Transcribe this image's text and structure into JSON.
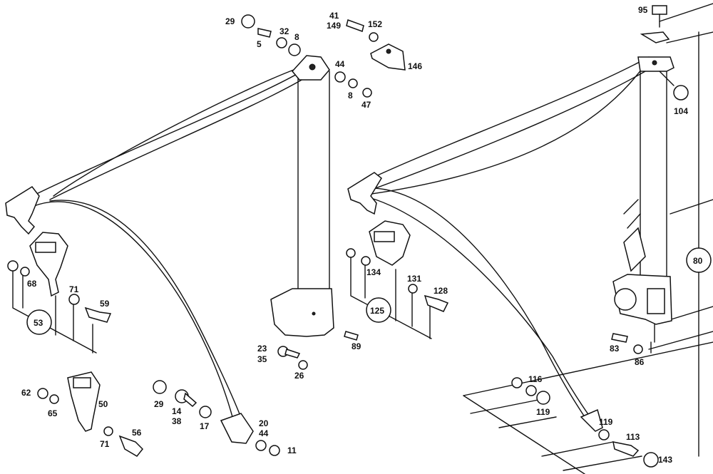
{
  "colors": {
    "line": "#111111",
    "background": "#ffffff"
  },
  "callouts": {
    "c29a": "29",
    "c5": "5",
    "c32": "32",
    "c8a": "8",
    "c41": "41",
    "c149": "149",
    "c152": "152",
    "c146": "146",
    "c44a": "44",
    "c8b": "8",
    "c47": "47",
    "c95": "95",
    "c104": "104",
    "c80": "80",
    "c68": "68",
    "c71a": "71",
    "c59": "59",
    "c53": "53",
    "c134": "134",
    "c131": "131",
    "c128": "128",
    "c125": "125",
    "c23": "23",
    "c35": "35",
    "c26": "26",
    "c89": "89",
    "c83": "83",
    "c86": "86",
    "c62": "62",
    "c65": "65",
    "c50": "50",
    "c71b": "71",
    "c56": "56",
    "c29b": "29",
    "c14": "14",
    "c38": "38",
    "c17": "17",
    "c20": "20",
    "c44b": "44",
    "c11": "11",
    "c116": "116",
    "c119a": "119",
    "c119b": "119",
    "c113": "113",
    "c143": "143"
  }
}
